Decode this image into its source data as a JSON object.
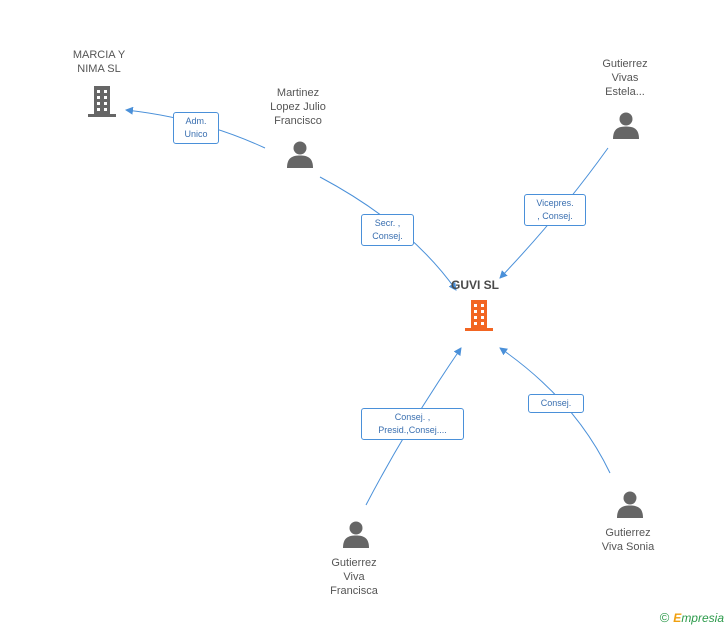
{
  "center": {
    "name": "GUVI SL",
    "color": "#f26522"
  },
  "companies": [
    {
      "id": "marcia",
      "lines": [
        "MARCIA Y",
        "NIMA  SL"
      ],
      "color": "#666666"
    }
  ],
  "people": [
    {
      "id": "martinez",
      "lines": [
        "Martinez",
        "Lopez Julio",
        "Francisco"
      ]
    },
    {
      "id": "estela",
      "lines": [
        "Gutierrez",
        "Vivas",
        "Estela..."
      ]
    },
    {
      "id": "francisca",
      "lines": [
        "Gutierrez",
        "Viva",
        "Francisca"
      ]
    },
    {
      "id": "sonia",
      "lines": [
        "Gutierrez",
        "Viva Sonia"
      ]
    }
  ],
  "relations": [
    {
      "id": "adm",
      "lines": [
        "Adm.",
        "Unico"
      ]
    },
    {
      "id": "secr",
      "lines": [
        "Secr. ,",
        "Consej."
      ]
    },
    {
      "id": "vicepres",
      "lines": [
        "Vicepres.",
        ", Consej."
      ]
    },
    {
      "id": "presid",
      "lines": [
        "Consej. ,",
        "Presid.,Consej...."
      ]
    },
    {
      "id": "consej",
      "lines": [
        "Consej."
      ]
    }
  ],
  "colors": {
    "edge": "#4a90d9",
    "person": "#666666",
    "text": "#555555"
  },
  "brand": {
    "copyright": "©",
    "initial": "E",
    "rest": "mpresia"
  }
}
